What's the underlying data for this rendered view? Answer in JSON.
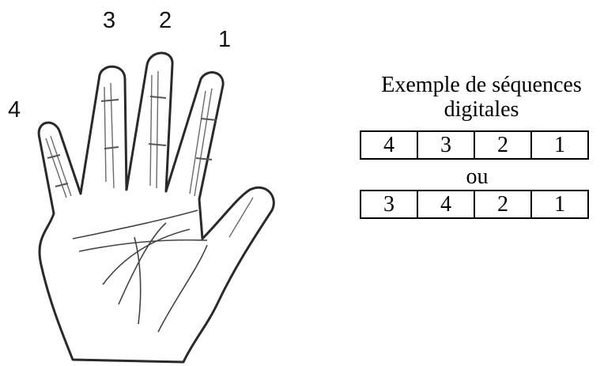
{
  "finger_labels": {
    "thumb": "1",
    "index": "2",
    "middle": "3",
    "ring": "4"
  },
  "title_line1": "Exemple de séquences",
  "title_line2": "digitales",
  "sequence_1": [
    "4",
    "3",
    "2",
    "1"
  ],
  "separator": "ou",
  "sequence_2": [
    "3",
    "4",
    "2",
    "1"
  ]
}
